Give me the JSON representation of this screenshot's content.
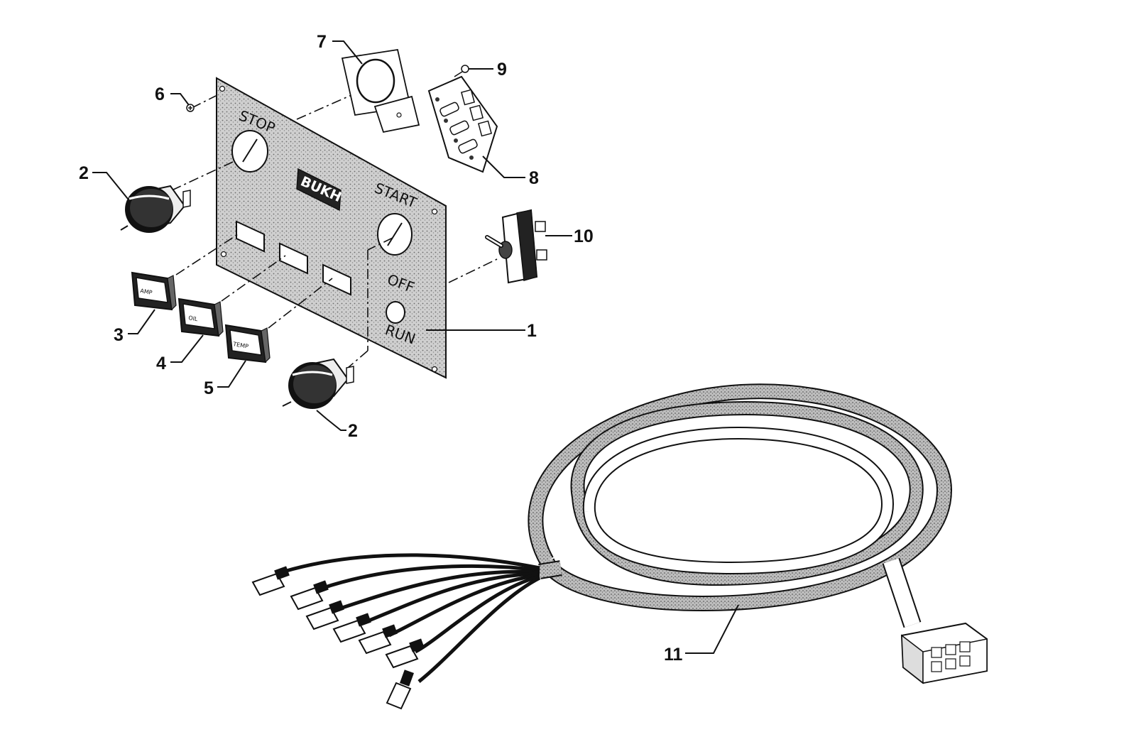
{
  "panel": {
    "logo": "BUKH",
    "labels": {
      "stop": "STOP",
      "start": "START",
      "off": "OFF",
      "run": "RUN"
    }
  },
  "indicators": {
    "amp": "AMP",
    "oil": "OIL",
    "temp": "TEMP"
  },
  "callouts": {
    "c1": "1",
    "c2a": "2",
    "c2b": "2",
    "c3": "3",
    "c4": "4",
    "c5": "5",
    "c6": "6",
    "c7": "7",
    "c8": "8",
    "c9": "9",
    "c10": "10",
    "c11": "11"
  }
}
